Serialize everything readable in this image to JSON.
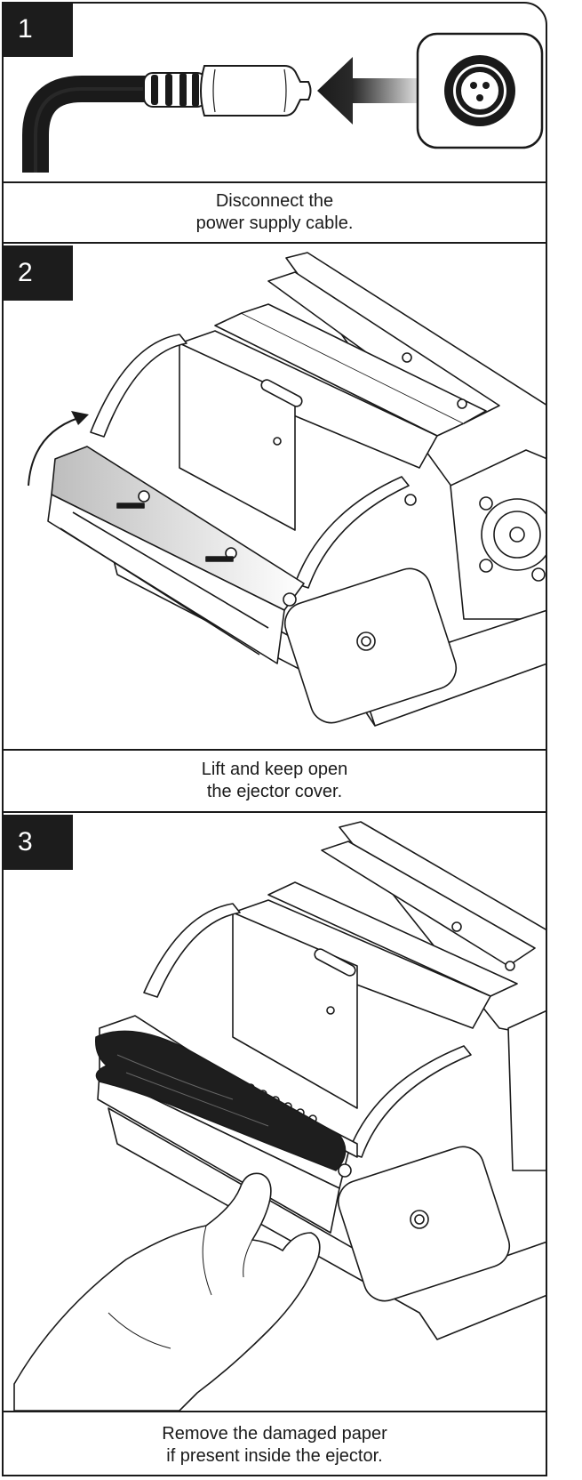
{
  "steps": [
    {
      "number": "1",
      "caption_line1": "Disconnect the",
      "caption_line2": "power supply cable."
    },
    {
      "number": "2",
      "caption_line1": "Lift and keep open",
      "caption_line2": "the ejector cover."
    },
    {
      "number": "3",
      "caption_line1": "Remove the damaged paper",
      "caption_line2": "if present inside the ejector."
    }
  ],
  "colors": {
    "ink": "#1a1a1a",
    "paper": "#ffffff",
    "jam": "#1e1e1e"
  }
}
